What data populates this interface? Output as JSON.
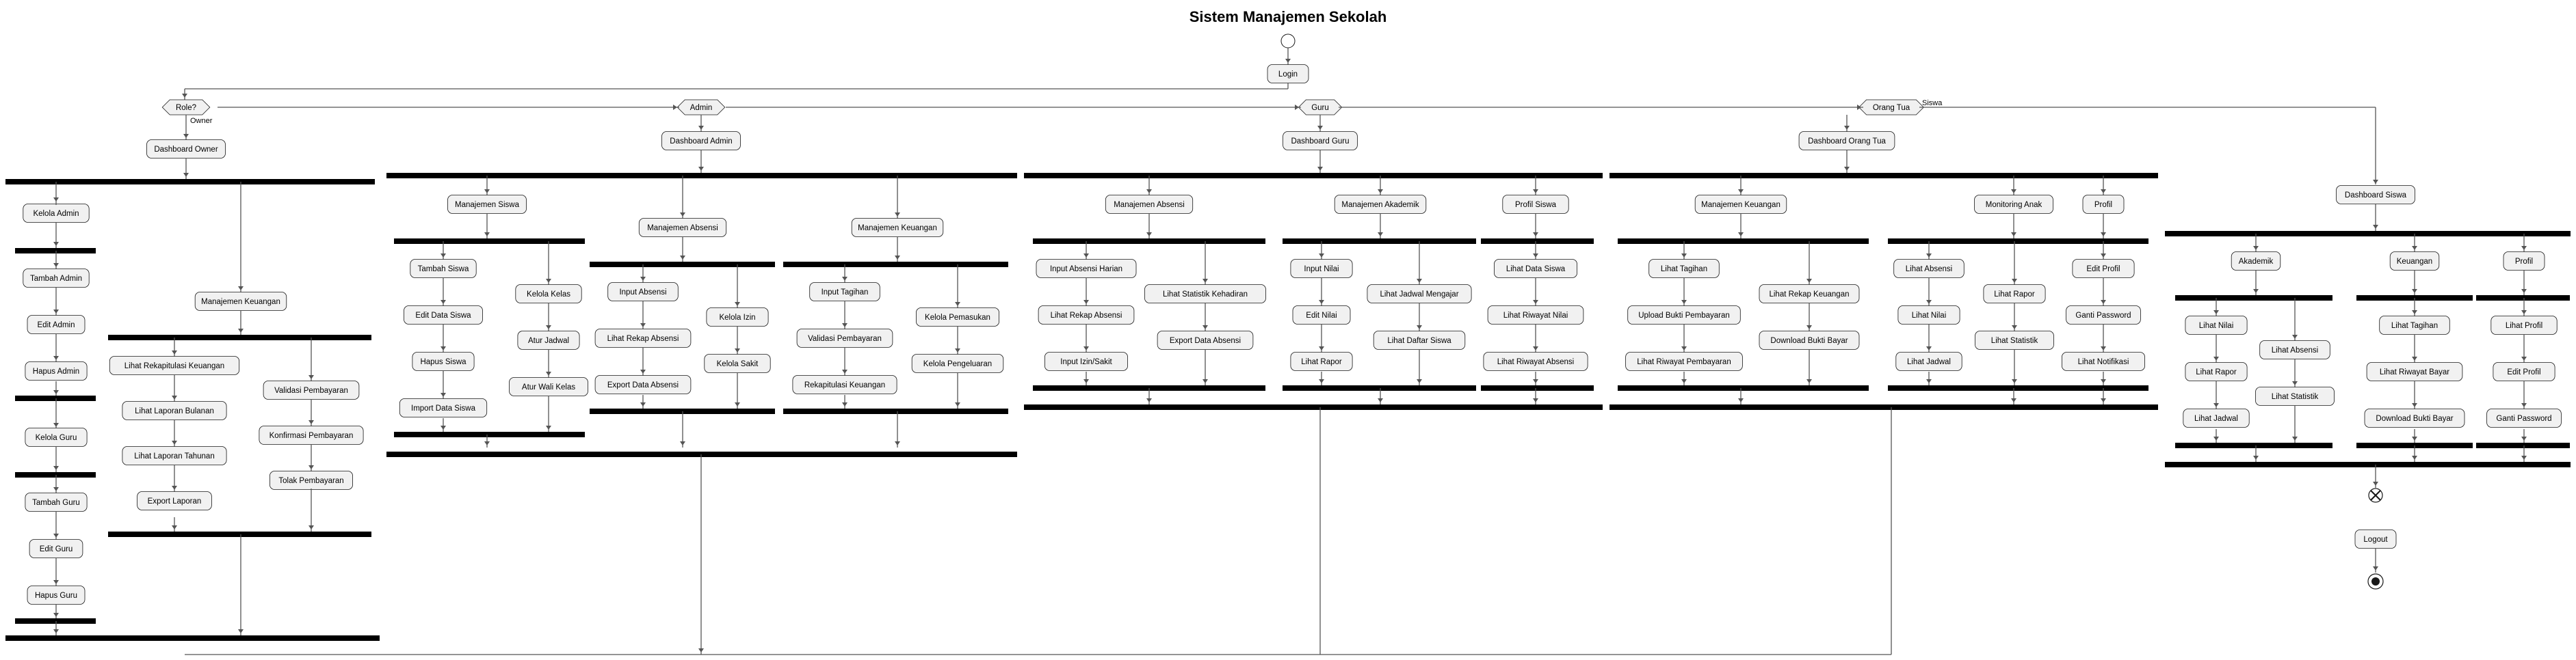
{
  "diagram": {
    "title": "Sistem Manajemen Sekolah",
    "style": {
      "line": "#555555",
      "bar": "#000000",
      "box_fill": "#f1f1f1",
      "box_stroke": "#181818",
      "text": "#000000"
    },
    "start": "start-node",
    "login": "Login",
    "logout": "Logout",
    "decisions": [
      {
        "label": "Role?",
        "out": "Owner"
      },
      {
        "label": "Admin"
      },
      {
        "label": "Guru"
      },
      {
        "label": "Orang Tua",
        "out": "Siswa"
      }
    ],
    "roles": {
      "owner": {
        "dashboard": "Dashboard Owner",
        "admin_mgmt": [
          "Kelola Admin",
          "Tambah Admin",
          "Edit Admin",
          "Hapus Admin"
        ],
        "guru_mgmt": [
          "Kelola Guru",
          "Tambah Guru",
          "Edit Guru",
          "Hapus Guru"
        ],
        "keuangan": "Manajemen Keuangan",
        "keu_left": [
          "Lihat Rekapitulasi Keuangan",
          "Lihat Laporan Bulanan",
          "Lihat Laporan Tahunan",
          "Export Laporan"
        ],
        "keu_right": [
          "Validasi Pembayaran",
          "Konfirmasi Pembayaran",
          "Tolak Pembayaran"
        ]
      },
      "admin": {
        "dashboard": "Dashboard Admin",
        "siswa": "Manajemen Siswa",
        "siswa_left": [
          "Tambah Siswa",
          "Edit Data Siswa",
          "Hapus Siswa",
          "Import Data Siswa"
        ],
        "siswa_right": [
          "Kelola Kelas",
          "Atur Jadwal",
          "Atur Wali Kelas"
        ],
        "absensi": "Manajemen Absensi",
        "absensi_left": [
          "Input Absensi",
          "Lihat Rekap Absensi",
          "Export Data Absensi"
        ],
        "absensi_right": [
          "Kelola Izin",
          "Kelola Sakit"
        ],
        "keuangan": "Manajemen Keuangan",
        "keu_left": [
          "Input Tagihan",
          "Validasi Pembayaran",
          "Rekapitulasi Keuangan"
        ],
        "keu_right": [
          "Kelola Pemasukan",
          "Kelola Pengeluaran"
        ]
      },
      "guru": {
        "dashboard": "Dashboard Guru",
        "absensi": "Manajemen Absensi",
        "absensi_left": [
          "Input Absensi Harian",
          "Lihat Rekap Absensi",
          "Input Izin/Sakit"
        ],
        "absensi_right": [
          "Lihat Statistik Kehadiran",
          "Export Data Absensi"
        ],
        "akademik": "Manajemen Akademik",
        "akademik_left": [
          "Input Nilai",
          "Edit Nilai",
          "Lihat Rapor"
        ],
        "akademik_right": [
          "Lihat Jadwal Mengajar",
          "Lihat Daftar Siswa"
        ],
        "profil": "Profil Siswa",
        "profil_items": [
          "Lihat Data Siswa",
          "Lihat Riwayat Nilai",
          "Lihat Riwayat Absensi"
        ]
      },
      "ortu": {
        "dashboard": "Dashboard Orang Tua",
        "keuangan": "Manajemen Keuangan",
        "keu_left": [
          "Lihat Tagihan",
          "Upload Bukti Pembayaran",
          "Lihat Riwayat Pembayaran"
        ],
        "keu_right": [
          "Lihat Rekap Keuangan",
          "Download Bukti Bayar"
        ],
        "monitoring": "Monitoring Anak",
        "mon_left": [
          "Lihat Absensi",
          "Lihat Nilai",
          "Lihat Jadwal"
        ],
        "mon_right": [
          "Lihat Rapor",
          "Lihat Statistik"
        ],
        "profil": "Profil",
        "profil_items": [
          "Edit Profil",
          "Ganti Password",
          "Lihat Notifikasi"
        ]
      },
      "siswa": {
        "dashboard": "Dashboard Siswa",
        "akademik": "Akademik",
        "akademik_left": [
          "Lihat Nilai",
          "Lihat Rapor",
          "Lihat Jadwal"
        ],
        "akademik_right": [
          "Lihat Absensi",
          "Lihat Statistik"
        ],
        "keuangan": "Keuangan",
        "keuangan_items": [
          "Lihat Tagihan",
          "Lihat Riwayat Bayar",
          "Download Bukti Bayar"
        ],
        "profil": "Profil",
        "profil_items": [
          "Lihat Profil",
          "Edit Profil",
          "Ganti Password"
        ]
      }
    }
  }
}
